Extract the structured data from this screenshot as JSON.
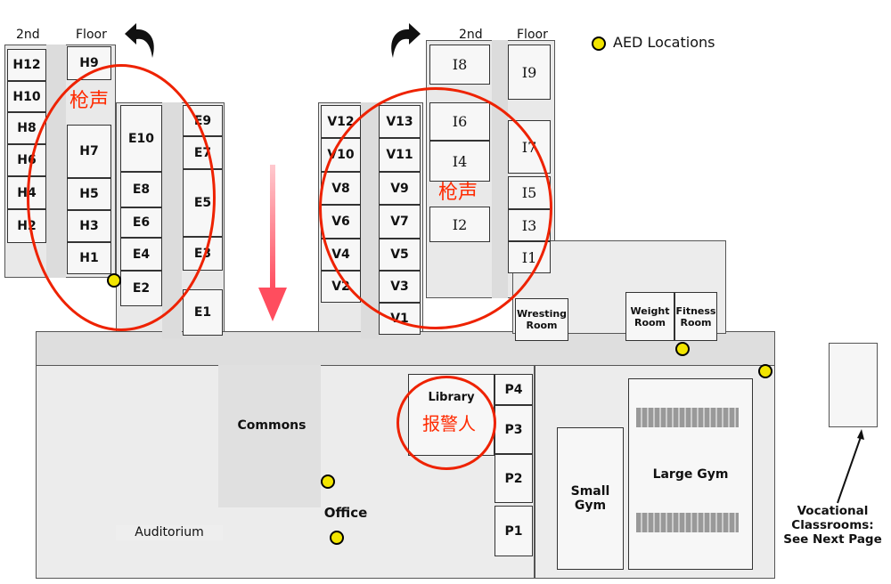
{
  "legend": {
    "aed_label": "AED Locations",
    "aed_color": "#f2e500"
  },
  "floor_labels": {
    "left_2nd": "2nd",
    "left_floor": "Floor",
    "right_2nd": "2nd",
    "right_floor": "Floor"
  },
  "rooms": {
    "H": [
      "H12",
      "H10",
      "H8",
      "H6",
      "H4",
      "H2",
      "H9",
      "H7",
      "H5",
      "H3",
      "H1"
    ],
    "E": [
      "E10",
      "E8",
      "E6",
      "E4",
      "E2",
      "E9",
      "E7",
      "E5",
      "E3",
      "E1"
    ],
    "V": [
      "V12",
      "V10",
      "V8",
      "V6",
      "V4",
      "V2",
      "V13",
      "V11",
      "V9",
      "V7",
      "V5",
      "V3",
      "V1"
    ],
    "I": [
      "I8",
      "I6",
      "I4",
      "I2",
      "I9",
      "I7",
      "I5",
      "I3",
      "I1"
    ],
    "P": [
      "P4",
      "P3",
      "P2",
      "P1"
    ]
  },
  "areas": {
    "wrestling": "Wresting Room",
    "weight": "Weight Room",
    "fitness": "Fitness Room",
    "library": "Library",
    "commons": "Commons",
    "office": "Office",
    "auditorium": "Auditorium",
    "small_gym": "Small Gym",
    "large_gym": "Large Gym",
    "vocational": "Vocational Classrooms: See Next Page"
  },
  "annotations": {
    "gunshot_1": "枪声",
    "gunshot_2": "枪声",
    "reporter": "报警人",
    "annotation_color": "#ee2200"
  }
}
